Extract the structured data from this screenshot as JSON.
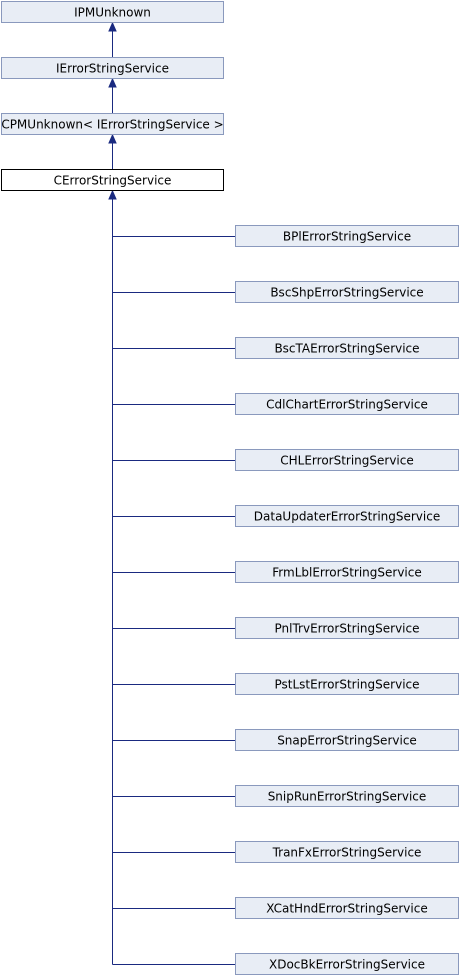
{
  "diagram": {
    "ancestors": [
      {
        "id": "ipmunknown",
        "label": "IPMUnknown"
      },
      {
        "id": "ierrorstringservice",
        "label": "IErrorStringService"
      },
      {
        "id": "cpmunknown-template",
        "label": "CPMUnknown< IErrorStringService >"
      }
    ],
    "current": {
      "id": "cerrorstringservice",
      "label": "CErrorStringService"
    },
    "derived": [
      {
        "id": "bpl",
        "label": "BPlErrorStringService"
      },
      {
        "id": "bscshp",
        "label": "BscShpErrorStringService"
      },
      {
        "id": "bscta",
        "label": "BscTAErrorStringService"
      },
      {
        "id": "cdlchart",
        "label": "CdlChartErrorStringService"
      },
      {
        "id": "chl",
        "label": "CHLErrorStringService"
      },
      {
        "id": "dataupdater",
        "label": "DataUpdaterErrorStringService"
      },
      {
        "id": "frmlbl",
        "label": "FrmLblErrorStringService"
      },
      {
        "id": "pnltrv",
        "label": "PnlTrvErrorStringService"
      },
      {
        "id": "pstlst",
        "label": "PstLstErrorStringService"
      },
      {
        "id": "snap",
        "label": "SnapErrorStringService"
      },
      {
        "id": "sniprun",
        "label": "SnipRunErrorStringService"
      },
      {
        "id": "tranfx",
        "label": "TranFxErrorStringService"
      },
      {
        "id": "xcathnd",
        "label": "XCatHndErrorStringService"
      },
      {
        "id": "xdocbk",
        "label": "XDocBkErrorStringService"
      }
    ],
    "colors": {
      "box_fill": "#e8edf5",
      "box_stroke": "#8a99bd",
      "current_fill": "#ffffff",
      "current_stroke": "#000000",
      "edge": "#1a2a80"
    }
  }
}
